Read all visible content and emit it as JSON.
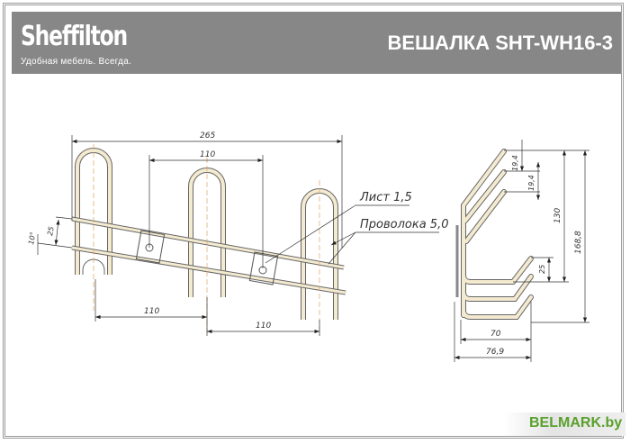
{
  "header": {
    "brand": "Sheffilton",
    "tagline": "Удобная мебель. Всегда.",
    "title": "ВЕШАЛКА SHT-WH16-3"
  },
  "front_view": {
    "dim_total": "265",
    "dim_top_spacing": "110",
    "dim_bottom_spacing_1": "110",
    "dim_bottom_spacing_2": "110",
    "dim_angle": "10°",
    "dim_rod_gap": "25",
    "label_sheet": "Лист 1,5",
    "label_wire": "Проволока 5,0"
  },
  "side_view": {
    "dim_step_1": "19,4",
    "dim_step_2": "19,4",
    "dim_height_130": "130",
    "dim_height_total": "168,8",
    "dim_hook_25": "25",
    "dim_depth_70": "70",
    "dim_depth_total": "76,9"
  },
  "watermark": "BELMARK.by",
  "colors": {
    "header_bg": "#878787",
    "watermark": "#5aa02c",
    "wire": "#e8d9a8"
  }
}
